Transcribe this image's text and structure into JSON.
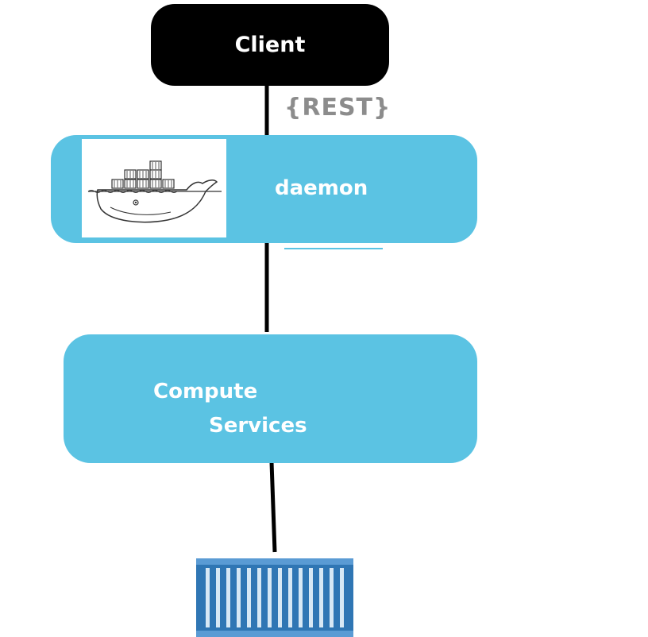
{
  "diagram": {
    "client": {
      "label": "Client"
    },
    "protocol": {
      "label": "{REST}"
    },
    "daemon": {
      "label": "daemon",
      "logo": "docker-whale-logo"
    },
    "compute": {
      "line1": "Compute",
      "line2": "Services"
    },
    "container": {
      "icon": "shipping-container-icon"
    }
  },
  "colors": {
    "client_fill": "#000000",
    "node_fill": "#5bc3e3",
    "label_text": "#ffffff",
    "rest_text": "#8c8c8c",
    "container_fill": "#2f76b4",
    "accent_line": "#5bc3e3"
  }
}
